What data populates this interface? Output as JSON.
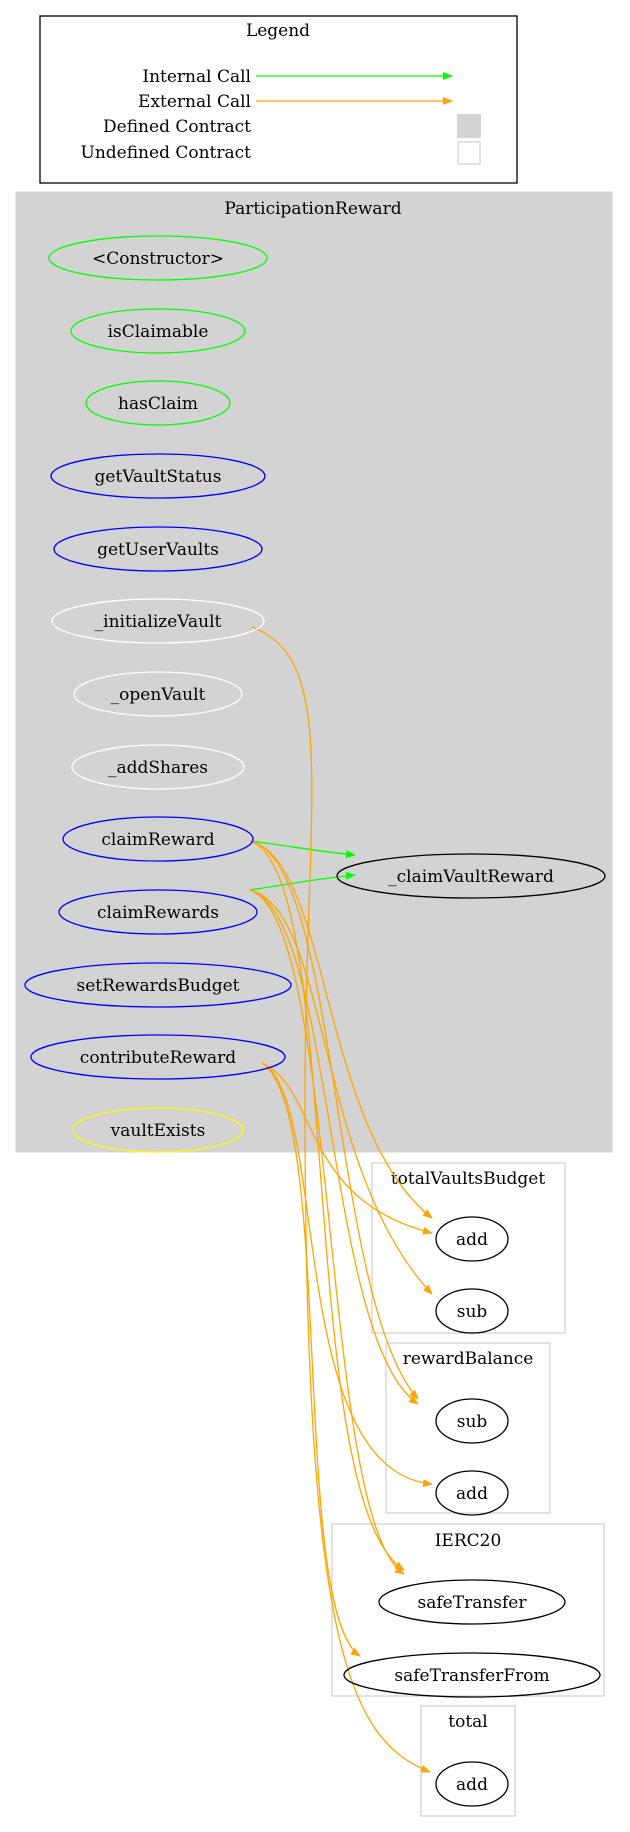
{
  "legend": {
    "title": "Legend",
    "items": [
      {
        "label": "Internal Call",
        "color": "#00ff00"
      },
      {
        "label": "External Call",
        "color": "#ffa500"
      },
      {
        "label": "Defined Contract"
      },
      {
        "label": "Undefined Contract"
      }
    ]
  },
  "colors": {
    "internal": "#00ff00",
    "external": "#ffa500",
    "cluster_fill": "#d3d3d3",
    "public": "#0000ff",
    "internal_fn": "#ffffff",
    "view": "#ffff00",
    "constructor": "#00ff00"
  },
  "contract": {
    "name": "ParticipationReward",
    "functions": [
      "<Constructor>",
      "isClaimable",
      "hasClaim",
      "getVaultStatus",
      "getUserVaults",
      "_initializeVault",
      "_openVault",
      "_addShares",
      "claimReward",
      "claimRewards",
      "setRewardsBudget",
      "contributeReward",
      "vaultExists"
    ],
    "private_fn": "_claimVaultReward"
  },
  "externals": [
    {
      "name": "totalVaultsBudget",
      "methods": [
        "add",
        "sub"
      ]
    },
    {
      "name": "rewardBalance",
      "methods": [
        "sub",
        "add"
      ]
    },
    {
      "name": "IERC20",
      "methods": [
        "safeTransfer",
        "safeTransferFrom"
      ]
    },
    {
      "name": "total",
      "methods": [
        "add"
      ]
    }
  ]
}
